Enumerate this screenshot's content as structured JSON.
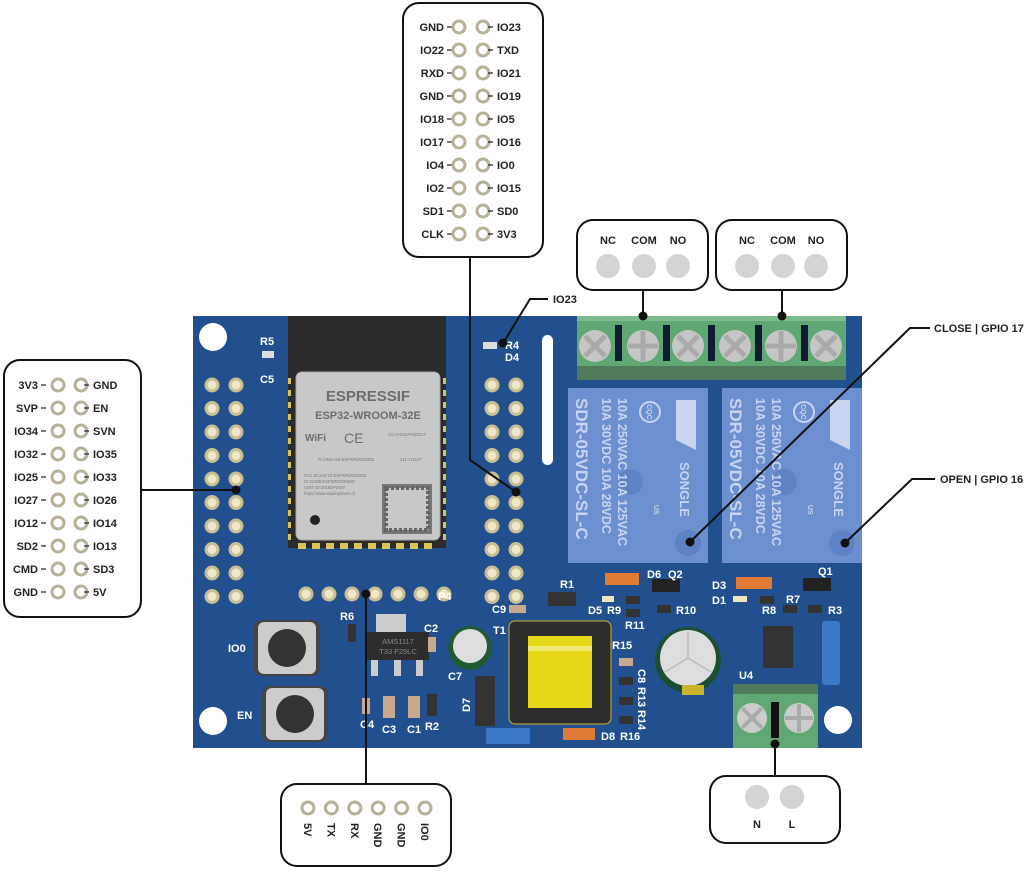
{
  "top_pinout": {
    "rows": [
      [
        "GND",
        "IO23"
      ],
      [
        "IO22",
        "TXD"
      ],
      [
        "RXD",
        "IO21"
      ],
      [
        "GND",
        "IO19"
      ],
      [
        "IO18",
        "IO5"
      ],
      [
        "IO17",
        "IO16"
      ],
      [
        "IO4",
        "IO0"
      ],
      [
        "IO2",
        "IO15"
      ],
      [
        "SD1",
        "SD0"
      ],
      [
        "CLK",
        "3V3"
      ]
    ]
  },
  "left_pinout": {
    "rows": [
      [
        "3V3",
        "GND"
      ],
      [
        "SVP",
        "EN"
      ],
      [
        "IO34",
        "SVN"
      ],
      [
        "IO32",
        "IO35"
      ],
      [
        "IO25",
        "IO33"
      ],
      [
        "IO27",
        "IO26"
      ],
      [
        "IO12",
        "IO14"
      ],
      [
        "SD2",
        "IO13"
      ],
      [
        "CMD",
        "SD3"
      ],
      [
        "GND",
        "5V"
      ]
    ]
  },
  "bottom_pinout": {
    "pins": [
      "5V",
      "TX",
      "RX",
      "GND",
      "GND",
      "IO0"
    ]
  },
  "relay_terminals": [
    {
      "labels": [
        "NC",
        "COM",
        "NO"
      ]
    },
    {
      "labels": [
        "NC",
        "COM",
        "NO"
      ]
    }
  ],
  "power_terminal": {
    "labels": [
      "N",
      "L"
    ]
  },
  "callouts": {
    "io23": "IO23",
    "close": "CLOSE | GPIO 17",
    "open": "OPEN | GPIO 16"
  },
  "module": {
    "brand": "ESPRESSIF",
    "model": "ESP32-WROOM-32E",
    "wifi": "WiFi",
    "ce": "CE",
    "cert1": "CCAH18LP020117",
    "cert2": "R-CRM-es6-ESPWROOM32E",
    "cert3": "211-171107",
    "fcc": "FCC ID:2AC7Z-ESPWROOM32E",
    "ic": "IC:21098-ESPWROOM32E",
    "cmit": "CMIT ID:2018DP2467",
    "url": "https://www.studiopieters.nl"
  },
  "regulator": {
    "line1": "AMS1117",
    "line2": "T33 F29LC"
  },
  "relay": {
    "model": "SDR-05VDC-SL-C",
    "rating1": "10A 250VAC 10A 125VAC",
    "rating2": "10A  30VDC 10A  28VDC",
    "brand": "SONGLE",
    "cqc": "CQC",
    "ul": "US"
  },
  "buttons": {
    "io0": "IO0",
    "en": "EN"
  },
  "silkscreen": {
    "R5": "R5",
    "C5": "C5",
    "R4": "R4",
    "D4": "D4",
    "P4": "P4",
    "R6": "R6",
    "C2": "C2",
    "C7": "C7",
    "T1": "T1",
    "D7": "D7",
    "C4": "C4",
    "C3": "C3",
    "C1": "C1",
    "R2": "R2",
    "R1": "R1",
    "C9": "C9",
    "D5": "D5",
    "R9": "R9",
    "R11": "R11",
    "D6": "D6",
    "Q2": "Q2",
    "R10": "R10",
    "D3": "D3",
    "D1": "D1",
    "R8": "R8",
    "R7": "R7",
    "Q1": "Q1",
    "R3": "R3",
    "R15": "R15",
    "C8": "C8",
    "R13": "R13",
    "R14": "R14",
    "D8": "D8",
    "R16": "R16",
    "U4": "U4"
  },
  "colors": {
    "board": "#22508e",
    "terminal": "#5fa873",
    "relay": "#6c8fd0",
    "transformer": "#e8d81a"
  }
}
